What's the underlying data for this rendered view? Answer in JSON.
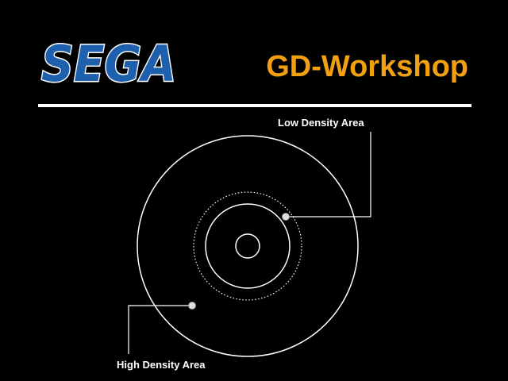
{
  "logo": {
    "text": "SEGA",
    "fill_color": "#1e5fae",
    "outline_color": "#ffffff"
  },
  "title": {
    "text": "GD-Workshop",
    "color": "#f0a010"
  },
  "background_color": "#000000",
  "diagram": {
    "low_density_label": "Low Density Area",
    "high_density_label": "High Density Area",
    "line_color": "#ffffff"
  }
}
